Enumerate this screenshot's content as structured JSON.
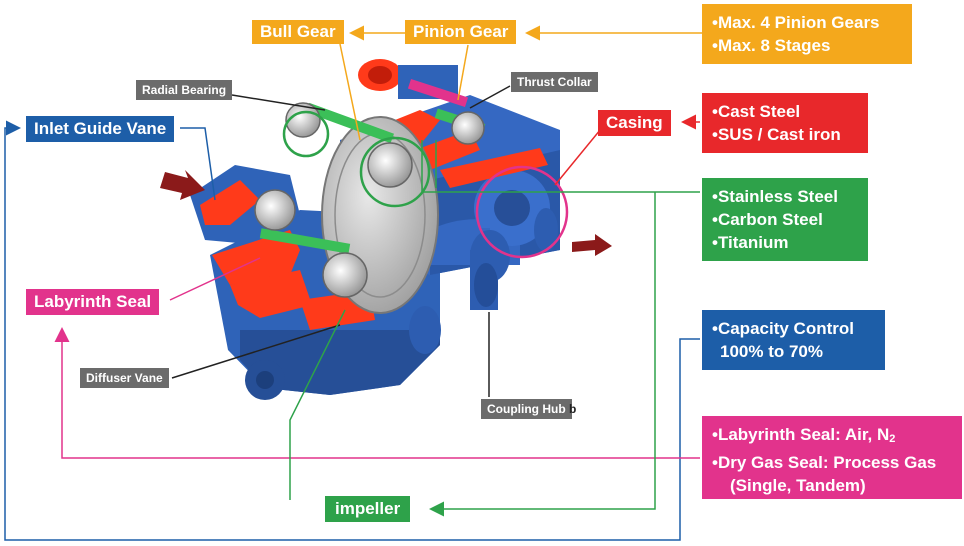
{
  "labels": {
    "bull_gear": "Bull Gear",
    "pinion_gear": "Pinion Gear",
    "radial_bearing": "Radial Bearing",
    "thrust_collar": "Thrust Collar",
    "inlet_guide_vane": "Inlet Guide Vane",
    "casing": "Casing",
    "labyrinth_seal": "Labyrinth Seal",
    "diffuser_vane": "Diffuser Vane",
    "coupling_hub": "Coupling Hub",
    "coupling_hub_suffix": "b",
    "impeller": "impeller"
  },
  "info_boxes": {
    "gears": {
      "color": "#f4a81c",
      "lines": [
        "•Max. 4 Pinion Gears",
        "•Max. 8 Stages"
      ]
    },
    "casing": {
      "color": "#e8282b",
      "lines": [
        "•Cast Steel",
        "•SUS / Cast iron"
      ]
    },
    "impeller": {
      "color": "#2ea24a",
      "lines": [
        "•Stainless Steel",
        "•Carbon Steel",
        "•Titanium"
      ]
    },
    "capacity": {
      "color": "#1d5ea8",
      "lines": [
        "•Capacity Control",
        "100% to 70%"
      ]
    },
    "seal": {
      "color": "#e2338c",
      "line1_prefix": "•Labyrinth Seal:  Air, N",
      "line1_subscript": "2",
      "lines": [
        "•Dry Gas Seal: Process Gas",
        "(Single, Tandem)"
      ]
    }
  },
  "colors": {
    "yellow": "#f4a81c",
    "blue": "#1d5ea8",
    "red": "#e8282b",
    "pink": "#e2338c",
    "green": "#2ea24a",
    "gray": "#6b6b6b",
    "machine_blue": "#2f63b8",
    "cutaway_red": "#ff3a1a"
  },
  "icons": [
    "arrow-right-icon",
    "arrow-left-icon",
    "leader-line"
  ]
}
